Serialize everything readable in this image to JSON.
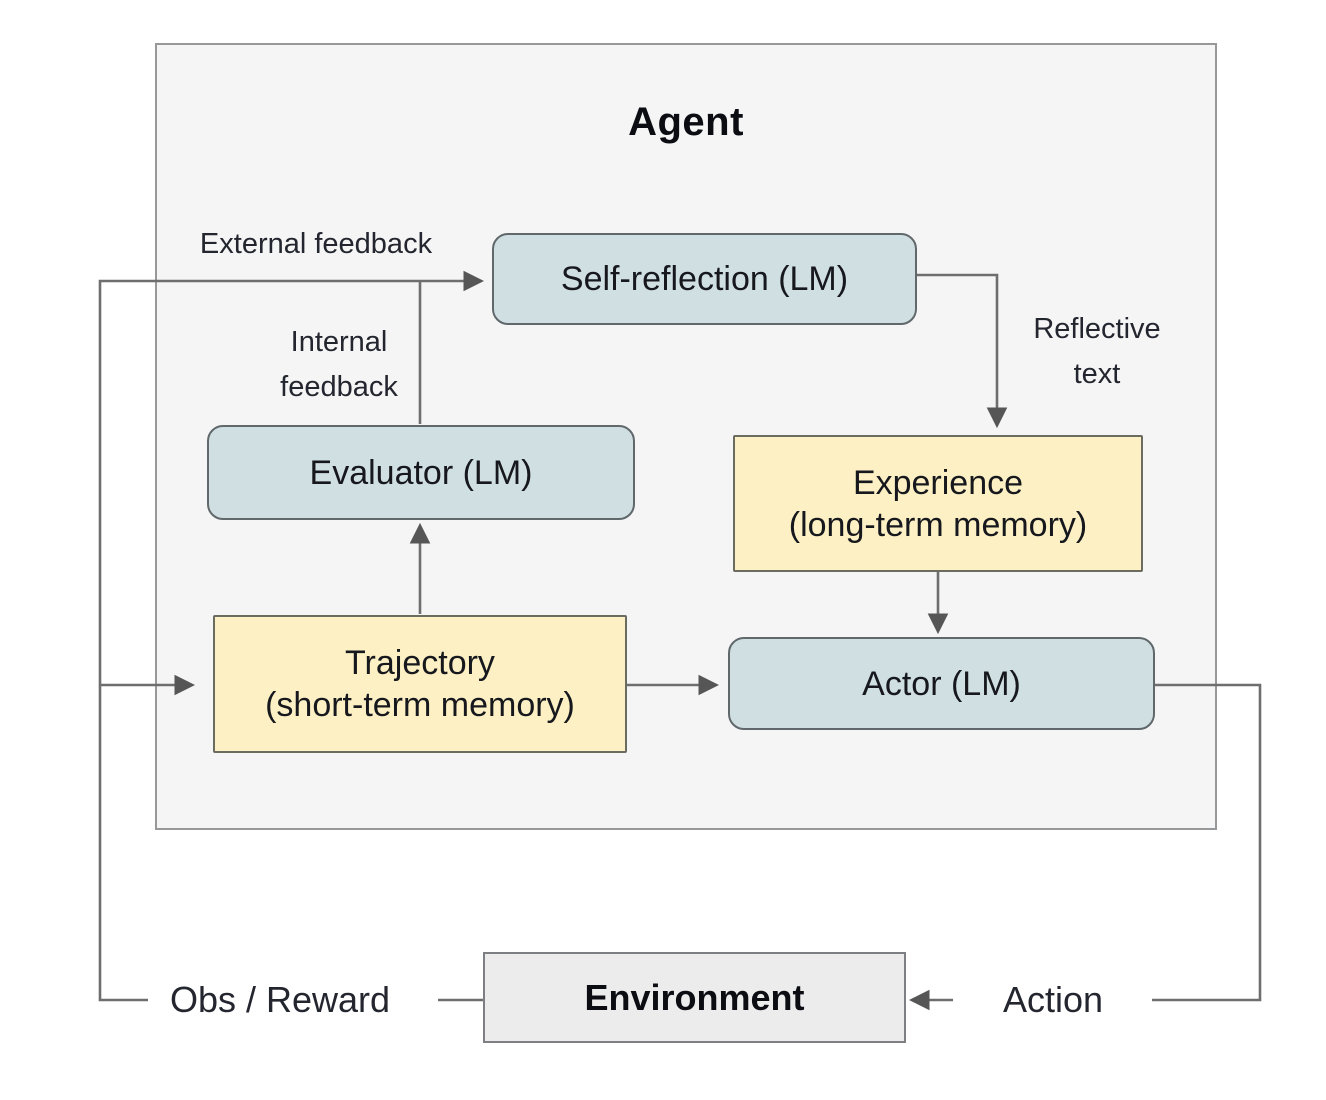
{
  "title": "Agent",
  "nodes": {
    "self_reflection": {
      "label": "Self-reflection (LM)"
    },
    "evaluator": {
      "label": "Evaluator (LM)"
    },
    "experience": {
      "line1": "Experience",
      "line2": "(long-term memory)"
    },
    "trajectory": {
      "line1": "Trajectory",
      "line2": "(short-term memory)"
    },
    "actor": {
      "label": "Actor (LM)"
    },
    "environment": {
      "label": "Environment"
    }
  },
  "edge_labels": {
    "external_feedback": "External feedback",
    "internal_feedback": {
      "line1": "Internal",
      "line2": "feedback"
    },
    "reflective_text": {
      "line1": "Reflective",
      "line2": "text"
    },
    "obs_reward": "Obs / Reward",
    "action": "Action"
  },
  "colors": {
    "lm_fill": "#d0dfe2",
    "lm_border": "#60686b",
    "memory_fill": "#fcf0c4",
    "memory_border": "#6b6b60",
    "env_fill": "#ececec",
    "env_border": "#7d7f82",
    "panel_fill": "#f5f5f6",
    "panel_border": "#96989a",
    "wire": "#6e6e6e",
    "arrow": "#565656",
    "text": "#16181d",
    "label_text": "#23262e"
  }
}
